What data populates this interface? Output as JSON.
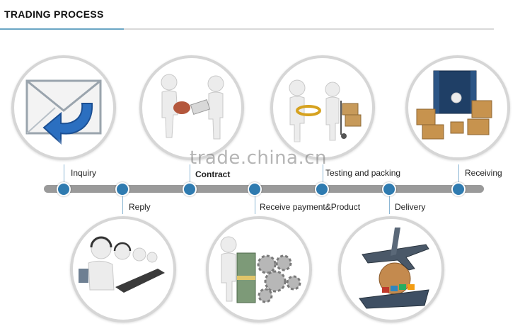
{
  "title": "TRADING PROCESS",
  "watermark": "trade.china.cn",
  "colors": {
    "accent": "#2f7bb0",
    "timeline": "#9a9a9a",
    "rule": "#6aa6c4"
  },
  "steps": [
    {
      "label": "Inquiry",
      "icon": "envelope-arrow-icon"
    },
    {
      "label": "Reply",
      "icon": "call-center-operators-icon"
    },
    {
      "label": "Contract",
      "icon": "handshake-stamp-icon"
    },
    {
      "label": "Receive payment&Product",
      "icon": "money-gears-icon"
    },
    {
      "label": "Testing and packing",
      "icon": "magnifier-boxes-icon"
    },
    {
      "label": "Delivery",
      "icon": "airplane-globe-ship-icon"
    },
    {
      "label": "Receiving",
      "icon": "container-unloading-icon"
    }
  ]
}
